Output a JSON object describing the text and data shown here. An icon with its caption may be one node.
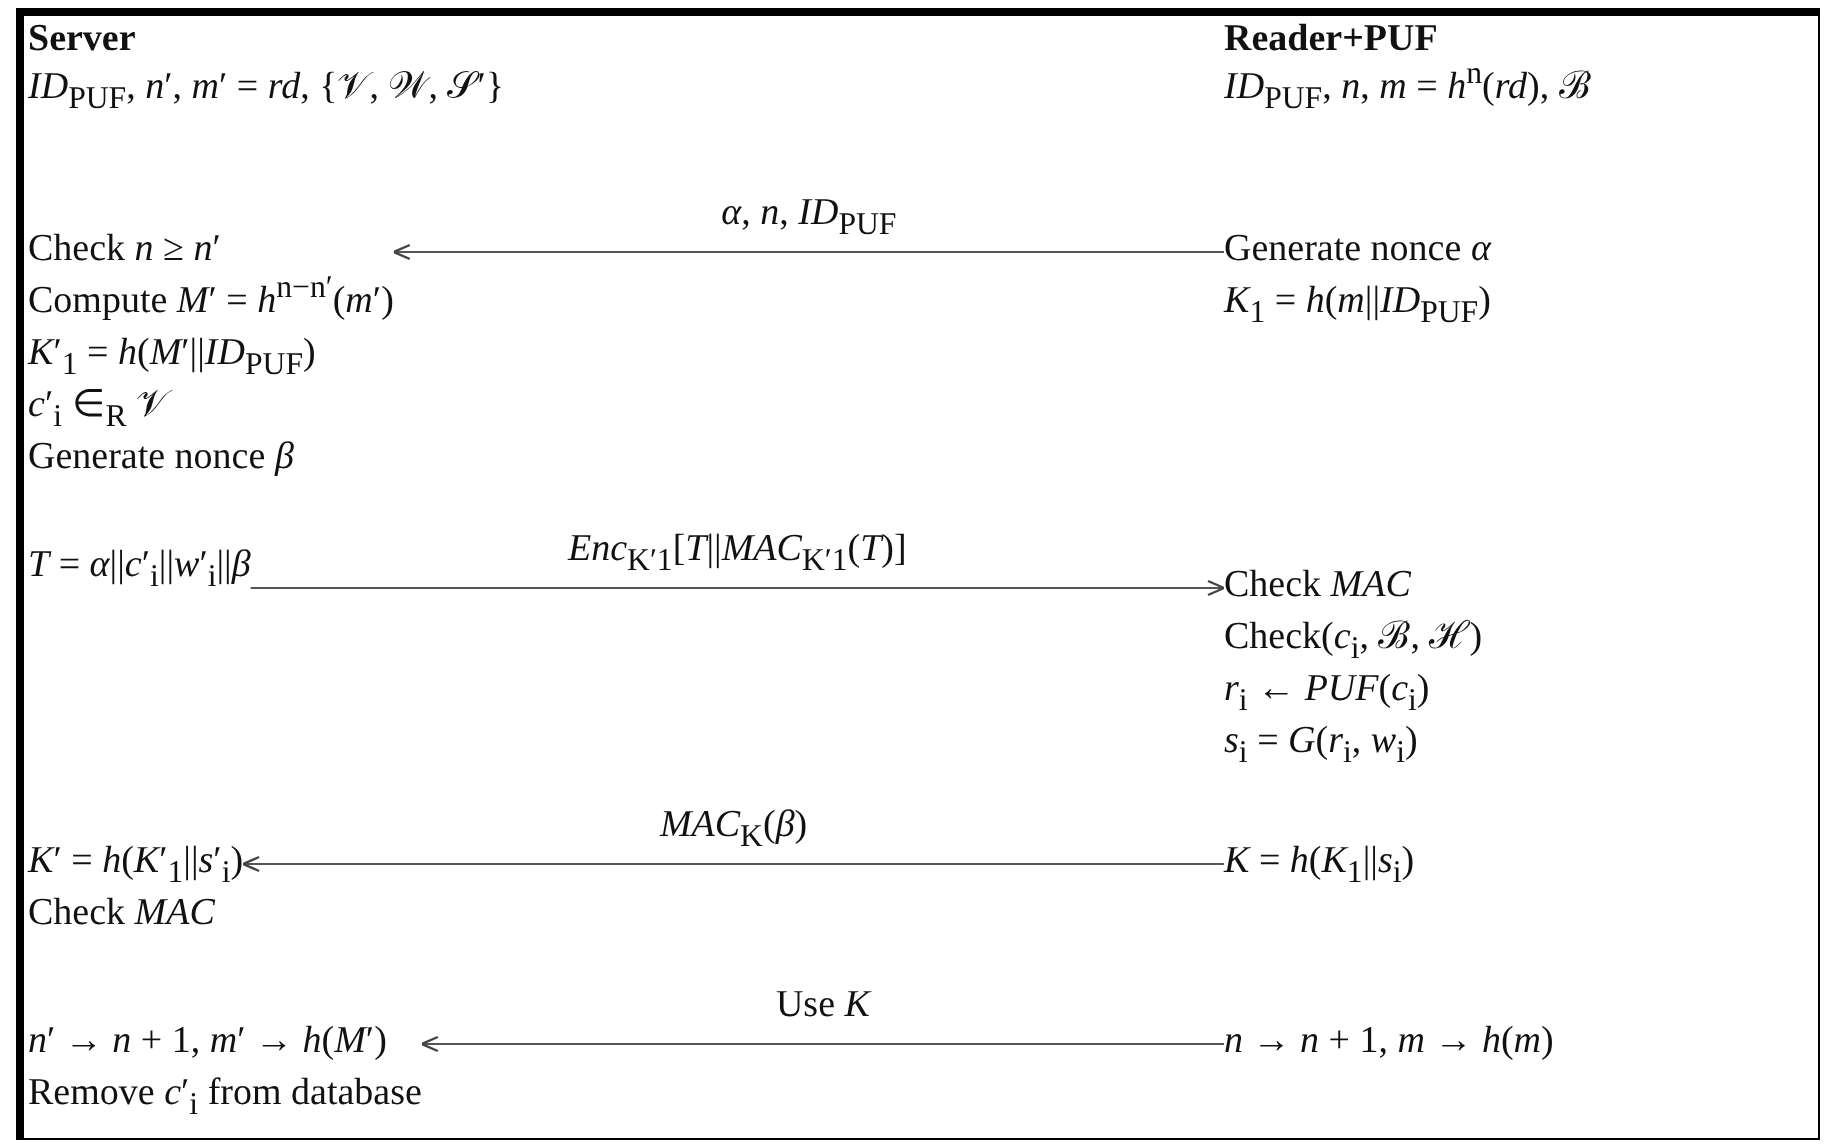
{
  "diagram": {
    "nodes": [
      {
        "text": [
          "Check *n* ≥ *n*′",
          "Compute *M*′ = *h*$^{n−n′}$(*m*′)",
          "*K*′$_{1}$ = *h*(*M*′||*ID*$_{PUF}$)",
          "*c*′$_{i}$ ∈$_{R}$ 𝒱",
          "Generate nonce *β*"
        ]
      },
      {
        "text": [
          "Generate nonce *α*",
          "*K*$_{1}$ = *h*(*m*||*ID*$_{PUF}$)"
        ]
      },
      {
        "text": [
          "*T* = *α*||*c*′$_{i}$||*w*′$_{i}$||*β*"
        ]
      },
      {
        "text": [
          "Check *MAC*",
          "Check(*c*$_{i}$, ℬ, ℋ)",
          "*r*$_{i}$ ← *PUF*(*c*$_{i}$)",
          "*s*$_{i}$ = *G*(*r*$_{i}$, *w*$_{i}$)"
        ]
      },
      {
        "text": [
          "*K*′ = *h*(*K*′$_{1}$||*s*′$_{i}$)",
          "Check *MAC*"
        ]
      },
      {
        "text": [
          "*K* = *h*(*K*$_{1}$||*s*$_{i}$)"
        ]
      },
      {
        "text": [
          "*n*′ → *n* + 1, *m*′ → *h*(*M*′)",
          "Remove *c*′$_{i}$ from database"
        ]
      },
      {
        "text": [
          "*n* → *n* + 1, *m* → *h*(*m*)"
        ]
      }
    ],
    "edges": [
      {
        "from": 1,
        "to": 0,
        "arrow": "to",
        "label": "*α*, *n*, *ID*$_{PUF}$"
      },
      {
        "from": 2,
        "to": 3,
        "arrow": "to",
        "label": "*Enc*$_{K′1}$[*T*||*MAC*$_{K′1}$(*T*)]"
      },
      {
        "from": 5,
        "to": 4,
        "arrow": "to",
        "label": "*MAC*$_{K}$(*β*)"
      },
      {
        "from": 7,
        "to": 6,
        "arrow": "to",
        "label": "Use *K*"
      }
    ],
    "labels": [
      "Server",
      "Reader+PUF",
      "*ID*$_{PUF}$, *n*′, *m*′ = *rd*, {𝒱, 𝒲, 𝒮′}",
      "*ID*$_{PUF}$, *n*, *m* = *h*$^{n}$(*rd*), ℬ"
    ]
  }
}
